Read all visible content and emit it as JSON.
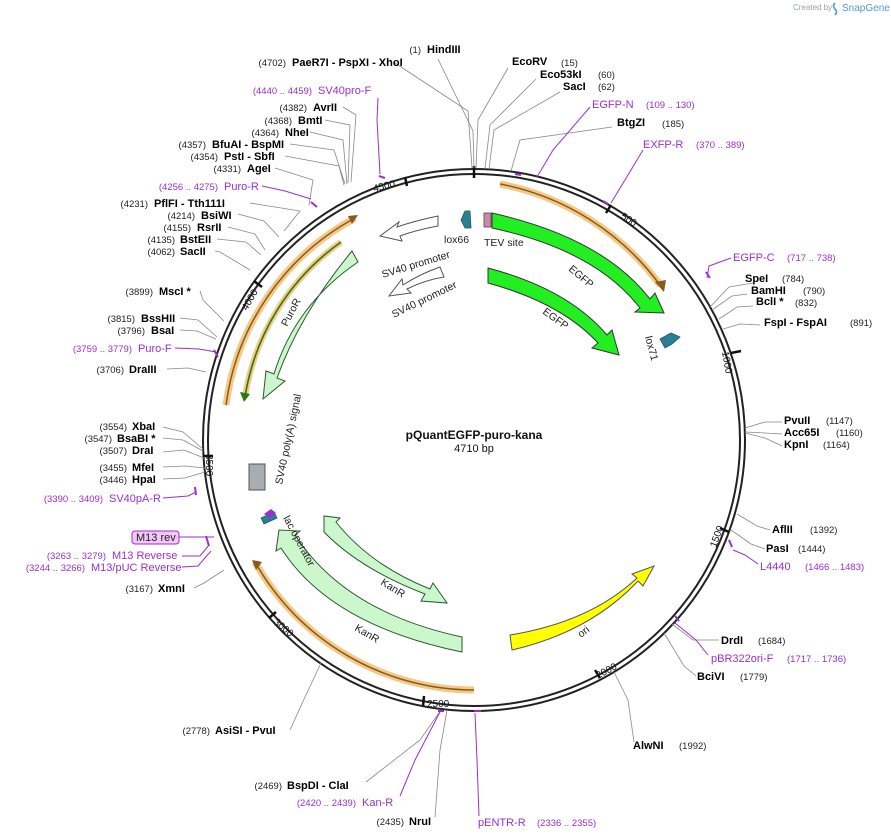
{
  "branding": {
    "created_by": "Created by",
    "app_name": "SnapGene"
  },
  "plasmid": {
    "name": "pQuantEGFP-puro-kana",
    "length_label": "4710 bp"
  },
  "ticks": [
    "500",
    "1000",
    "1500",
    "2000",
    "2500",
    "3000",
    "3500",
    "4000",
    "4500"
  ],
  "sites": [
    {
      "name": "HindIII",
      "pos": "(1)"
    },
    {
      "name": "EcoRV",
      "pos": "(15)"
    },
    {
      "name": "Eco53kI",
      "pos": "(60)"
    },
    {
      "name": "SacI",
      "pos": "(62)"
    },
    {
      "name": "BtgZI",
      "pos": "(185)"
    },
    {
      "name": "SpeI",
      "pos": "(784)"
    },
    {
      "name": "BamHI",
      "pos": "(790)"
    },
    {
      "name": "BclI *",
      "pos": "(832)"
    },
    {
      "name": "FspI  - FspAI",
      "pos": "(891)"
    },
    {
      "name": "PvuII",
      "pos": "(1147)"
    },
    {
      "name": "Acc65I",
      "pos": "(1160)"
    },
    {
      "name": "KpnI",
      "pos": "(1164)"
    },
    {
      "name": "AflII",
      "pos": "(1392)"
    },
    {
      "name": "PasI",
      "pos": "(1444)"
    },
    {
      "name": "DrdI",
      "pos": "(1684)"
    },
    {
      "name": "BciVI",
      "pos": "(1779)"
    },
    {
      "name": "AlwNI",
      "pos": "(1992)"
    },
    {
      "name": "NruI",
      "pos": "(2435)"
    },
    {
      "name": "BspDI  - ClaI",
      "pos": "(2469)"
    },
    {
      "name": "AsiSI  - PvuI",
      "pos": "(2778)"
    },
    {
      "name": "XmnI",
      "pos": "(3167)"
    },
    {
      "name": "HpaI",
      "pos": "(3446)"
    },
    {
      "name": "MfeI",
      "pos": "(3455)"
    },
    {
      "name": "DraI",
      "pos": "(3507)"
    },
    {
      "name": "BsaBI *",
      "pos": "(3547)"
    },
    {
      "name": "XbaI",
      "pos": "(3554)"
    },
    {
      "name": "DraIII",
      "pos": "(3706)"
    },
    {
      "name": "BsaI",
      "pos": "(3796)"
    },
    {
      "name": "BssHII",
      "pos": "(3815)"
    },
    {
      "name": "MscI *",
      "pos": "(3899)"
    },
    {
      "name": "SacII",
      "pos": "(4062)"
    },
    {
      "name": "BstEII",
      "pos": "(4135)"
    },
    {
      "name": "RsrII",
      "pos": "(4155)"
    },
    {
      "name": "BsiWI",
      "pos": "(4214)"
    },
    {
      "name": "PflFI  - Tth111I",
      "pos": "(4231)"
    },
    {
      "name": "AgeI",
      "pos": "(4331)"
    },
    {
      "name": "PstI  - SbfI",
      "pos": "(4354)"
    },
    {
      "name": "BfuAI  - BspMI",
      "pos": "(4357)"
    },
    {
      "name": "NheI",
      "pos": "(4364)"
    },
    {
      "name": "BmtI",
      "pos": "(4368)"
    },
    {
      "name": "AvrII",
      "pos": "(4382)"
    },
    {
      "name": "PaeR7I  - PspXI  - XhoI",
      "pos": "(4702)"
    }
  ],
  "primers": [
    {
      "name": "EGFP-N",
      "pos": "(109 .. 130)"
    },
    {
      "name": "EXFP-R",
      "pos": "(370 .. 389)"
    },
    {
      "name": "EGFP-C",
      "pos": "(717 .. 738)"
    },
    {
      "name": "L4440",
      "pos": "(1466 .. 1483)"
    },
    {
      "name": "pBR322ori-F",
      "pos": "(1717 .. 1736)"
    },
    {
      "name": "pENTR-R",
      "pos": "(2336 .. 2355)"
    },
    {
      "name": "Kan-R",
      "pos": "(2420 .. 2439)"
    },
    {
      "name": "M13 Reverse",
      "pos": "(3263 .. 3279)"
    },
    {
      "name": "M13/pUC Reverse",
      "pos": "(3244 .. 3266)"
    },
    {
      "name": "M13 rev",
      "pos": ""
    },
    {
      "name": "SV40pA-R",
      "pos": "(3390 .. 3409)"
    },
    {
      "name": "Puro-F",
      "pos": "(3759 .. 3779)"
    },
    {
      "name": "Puro-R",
      "pos": "(4256 .. 4275)"
    },
    {
      "name": "SV40pro-F",
      "pos": "(4440 .. 4459)"
    }
  ],
  "features": {
    "lox66": "lox66",
    "tev_site": "TEV site",
    "egfp_outer": "EGFP",
    "egfp_inner": "EGFP",
    "lox71": "lox71",
    "sv40_promoter_outer": "SV40 promoter",
    "sv40_promoter_inner": "SV40 promoter",
    "puror": "PuroR",
    "sv40_polya": "SV40 poly(A) signal",
    "lac_operator": "lac operator",
    "kanr_outer": "KanR",
    "kanr_inner": "KanR",
    "ori": "ori"
  },
  "colors": {
    "egfp": "#22ee22",
    "puror": "#ccf7cc",
    "kanr": "#ccf7cc",
    "ori": "#ffff00",
    "sv40_promoter": "#ffffff",
    "orf_orange": "#f5c886",
    "orf_brown": "#8a5a1c",
    "puror_orf_dark": "#2a7a10",
    "lox": "#2a7f93",
    "tev": "#c88aa8",
    "primer": "#9a2fd0",
    "polya": "#a8adb2"
  }
}
